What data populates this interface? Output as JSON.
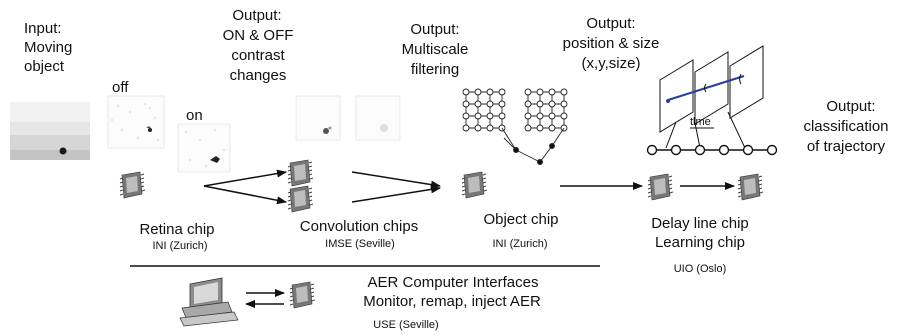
{
  "labels": {
    "input_label": "Input:",
    "input_desc1": "Moving",
    "input_desc2": "object",
    "out1_l1": "Output:",
    "out1_l2": "ON & OFF",
    "out1_l3": "contrast",
    "out1_l4": "changes",
    "out2_l1": "Output:",
    "out2_l2": "Multiscale",
    "out2_l3": "filtering",
    "out3_l1": "Output:",
    "out3_l2": "position & size",
    "out3_l3": "(x,y,size)",
    "out4_l1": "Output:",
    "out4_l2": "classification",
    "out4_l3": "of trajectory",
    "off_label": "off",
    "on_label": "on",
    "time_label": "time",
    "retina_chip": "Retina chip",
    "retina_lab": "INI (Zurich)",
    "conv_chips": "Convolution chips",
    "conv_lab": "IMSE (Seville)",
    "object_chip": "Object chip",
    "object_lab": "INI (Zurich)",
    "delay_chip": "Delay line chip",
    "learn_chip": "Learning chip",
    "delay_lab": "UIO (Oslo)",
    "aer_title": "AER Computer Interfaces",
    "aer_sub": "Monitor, remap, inject AER",
    "aer_lab": "USE (Seville)"
  },
  "colors": {
    "ink": "#111111",
    "chip_body": "#777777",
    "chip_face": "#bdbdbd",
    "trajectory": "#2a3f9c"
  },
  "icons": [
    "chip-icon",
    "computer-icon"
  ]
}
